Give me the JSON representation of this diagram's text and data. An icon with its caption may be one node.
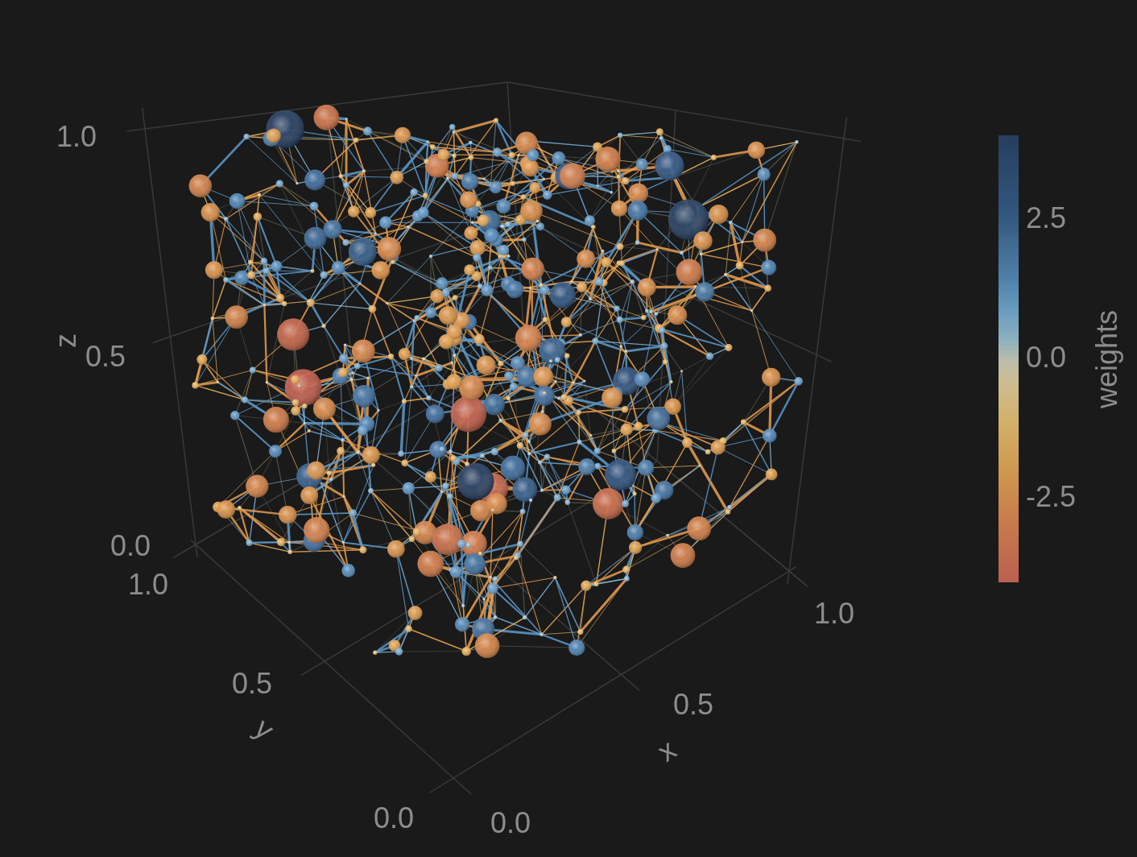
{
  "diagram": {
    "labels": [
      "1.0",
      "z",
      "0.5",
      "0.0",
      "1.0",
      "0.5",
      "y",
      "0.0",
      "1.0",
      "0.5",
      "x",
      "0.0",
      "2.5",
      "weights",
      "0.0",
      "-2.5"
    ]
  }
}
